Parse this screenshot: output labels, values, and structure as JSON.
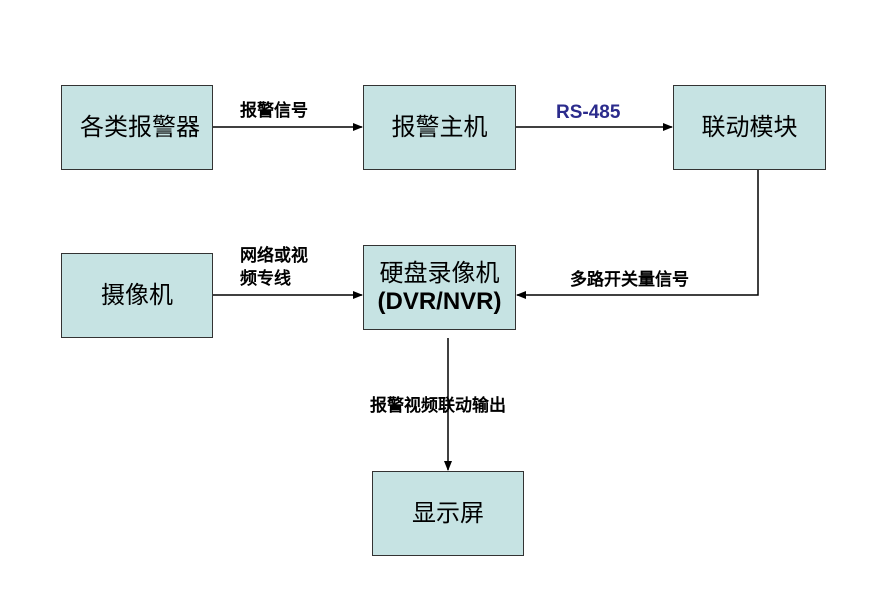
{
  "nodes": {
    "alarm_sources": "各类报警器",
    "alarm_host": "报警主机",
    "linkage_module": "联动模块",
    "camera": "摄像机",
    "recorder_line1": "硬盘录像机",
    "recorder_line2": "(DVR/NVR)",
    "display": "显示屏"
  },
  "edges": {
    "sources_to_host": "报警信号",
    "host_to_module": "RS-485",
    "camera_to_recorder_line1": "网络或视",
    "camera_to_recorder_line2": "频专线",
    "module_to_recorder": "多路开关量信号",
    "recorder_to_display": "报警视频联动输出"
  },
  "colors": {
    "box_fill": "#c6e3e3",
    "box_border": "#333333",
    "rs485_label": "#2b2b8c",
    "arrow": "#000000"
  }
}
